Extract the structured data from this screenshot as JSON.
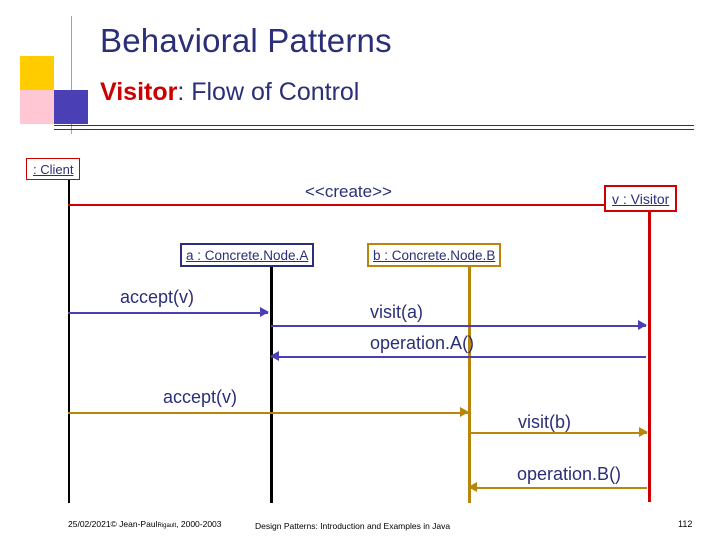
{
  "slide": {
    "title": "Behavioral Patterns",
    "subtitle_bold": "Visitor",
    "subtitle_rest": ": Flow of Control"
  },
  "diagram": {
    "type": "uml-sequence-diagram",
    "objects": [
      {
        "id": "client",
        "label": ": Client",
        "color": "#cc0000"
      },
      {
        "id": "nodea",
        "label": "a : Concrete.Node.A",
        "color": "#2b2f77"
      },
      {
        "id": "nodeb",
        "label": "b : Concrete.Node.B",
        "color": "#b8860b"
      },
      {
        "id": "visitor",
        "label": "v : Visitor",
        "color": "#cc0000"
      }
    ],
    "messages": [
      {
        "id": "create",
        "label": "<<create>>",
        "color": "#cc0000",
        "direction": "right"
      },
      {
        "id": "accept1",
        "label": "accept(v)",
        "color": "#2b2f77",
        "direction": "right"
      },
      {
        "id": "visit_a",
        "label": "visit(a)",
        "color": "#2b2f77",
        "direction": "right"
      },
      {
        "id": "operation_a",
        "label": "operation.A()",
        "color": "#2b2f77",
        "direction": "left"
      },
      {
        "id": "accept2",
        "label": "accept(v)",
        "color": "#b8860b",
        "direction": "right"
      },
      {
        "id": "visit_b",
        "label": "visit(b)",
        "color": "#b8860b",
        "direction": "right"
      },
      {
        "id": "operation_b",
        "label": "operation.B()",
        "color": "#b8860b",
        "direction": "left"
      }
    ]
  },
  "footer": {
    "left_main": "25/02/2021",
    "left_copy": "© Jean-Paul",
    "left_tiny": "Rigault",
    "left_years": ", 2000-2003",
    "center": "Design Patterns: Introduction and Examples in Java",
    "page": "112"
  }
}
